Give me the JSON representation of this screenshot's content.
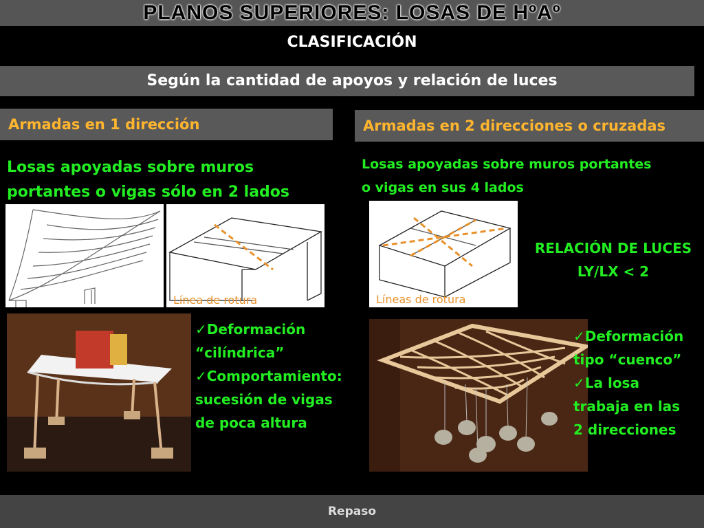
{
  "title": "PLANOS SUPERIORES: LOSAS DE HºAº",
  "subtitle": "CLASIFICACIÓN",
  "band": "Según la cantidad de apoyos y relación de luces",
  "left": {
    "header": "Armadas en 1 dirección",
    "desc_line1": "Losas apoyadas sobre muros",
    "desc_line2": "portantes o vigas sólo en 2 lados",
    "rotura_label": "Línea de rotura",
    "bullets": [
      "✓Deformación",
      "“cilíndrica”",
      "✓Comportamiento:",
      "sucesión de vigas",
      "de poca altura"
    ]
  },
  "right": {
    "header": "Armadas en 2 direcciones o cruzadas",
    "desc_line1": "Losas apoyadas sobre muros portantes",
    "desc_line2": "o vigas en sus 4 lados",
    "rotura_label": "Líneas de rotura",
    "relacion_line1": "RELACIÓN DE LUCES",
    "relacion_line2": "LY/LX  <  2",
    "bullets": [
      "✓Deformación",
      "tipo “cuenco”",
      "✓La losa",
      "trabaja en las",
      "2 direcciones"
    ]
  },
  "footer": "Repaso",
  "colors": {
    "accent_green": "#22ee22",
    "header_orange": "#ffb52e",
    "rotura_orange": "#e8912a",
    "band_gray": "#595959"
  }
}
